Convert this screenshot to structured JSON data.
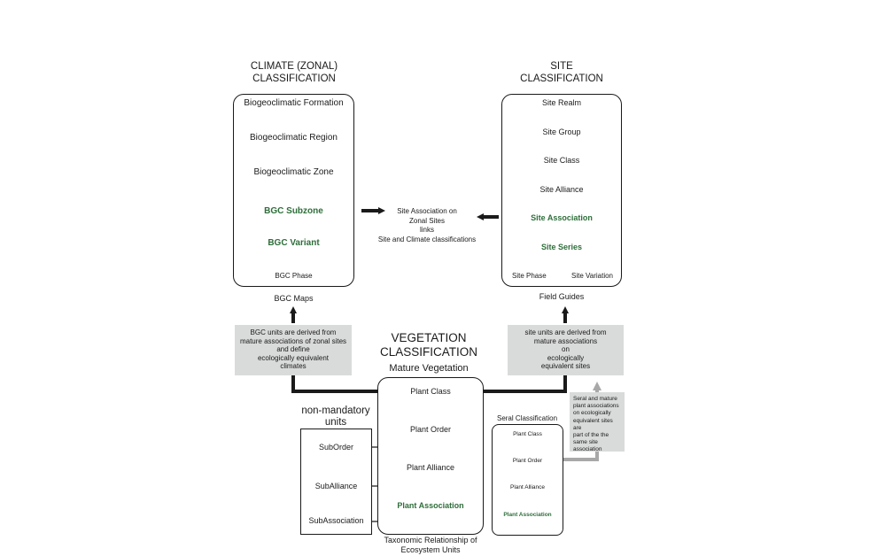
{
  "climate": {
    "heading_line1": "CLIMATE (ZONAL)",
    "heading_line2": "CLASSIFICATION",
    "items": [
      "Biogeoclimatic Formation",
      "Biogeoclimatic Region",
      "Biogeoclimatic Zone"
    ],
    "subzone": "BGC Subzone",
    "variant": "BGC Variant",
    "phase": "BGC Phase",
    "output": "BGC Maps",
    "note_lines": [
      "BGC units are derived from",
      "mature associations of zonal sites",
      "and define",
      "ecologically equivalent",
      "climates"
    ]
  },
  "site": {
    "heading_line1": "SITE",
    "heading_line2": "CLASSIFICATION",
    "items": [
      "Site Realm",
      "Site Group",
      "Site Class",
      "Site Alliance"
    ],
    "association": "Site Association",
    "series": "Site Series",
    "phase": "Site Phase",
    "variation": "Site Variation",
    "output": "Field Guides",
    "note_lines": [
      "site units are derived from",
      "mature associations",
      "on",
      "ecologically",
      "equivalent sites"
    ]
  },
  "center_link": {
    "lines": [
      "Site Association on",
      "Zonal Sites",
      "links",
      "Site and Climate classifications"
    ]
  },
  "vegetation": {
    "heading_line1": "VEGETATION",
    "heading_line2": "CLASSIFICATION",
    "subheading": "Mature Vegetation",
    "items": [
      "Plant Class",
      "Plant Order",
      "Plant Alliance"
    ],
    "association": "Plant Association",
    "caption_line1": "Taxonomic Relationship of",
    "caption_line2": "Ecosystem Units"
  },
  "non_mandatory": {
    "heading_line1": "non-mandatory",
    "heading_line2": "units",
    "items": [
      "SubOrder",
      "SubAlliance",
      "SubAssociation"
    ]
  },
  "seral": {
    "heading": "Seral Classification",
    "items": [
      "Plant Class",
      "Plant Order",
      "Plant Alliance"
    ],
    "association": "Plant Association",
    "note_lines": [
      "Seral and mature",
      "plant associations",
      "on ecologically",
      "equivalent sites are",
      "part of the the",
      "same site",
      "association"
    ]
  }
}
